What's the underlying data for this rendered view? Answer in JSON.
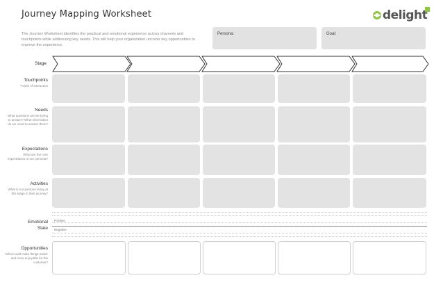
{
  "header": {
    "title": "Journey Mapping Worksheet",
    "description": "The Journey Worksheet identifies the practical and emotional experience across channels and touchpoints while addressing key needs. This will help your organization uncover key opportunities to improve the experience."
  },
  "logo": {
    "text": "delight"
  },
  "fields": {
    "persona_label": "Persona:",
    "goal_label": "Goal:"
  },
  "rows": {
    "stage": {
      "label": "Stage"
    },
    "touchpoints": {
      "label": "Touchpoints",
      "sub": "Points of interaction"
    },
    "needs": {
      "label": "Needs",
      "sub": "What questions are we trying to answer? What information do we need to answer them?"
    },
    "expectations": {
      "label": "Expectations",
      "sub": "What are the core expectations of our persona?"
    },
    "activities": {
      "label": "Activities",
      "sub": "What is our persona doing at this stage in their journey?"
    },
    "emotional": {
      "label": "Emotional State",
      "positive": "Positive",
      "negative": "Negative"
    },
    "opportunities": {
      "label": "Opportunities",
      "sub": "What could make things easier and more enjoyable for the customer?"
    }
  },
  "colors": {
    "brand_green": "#8cc63e",
    "cell_gray": "#e3e3e3"
  }
}
